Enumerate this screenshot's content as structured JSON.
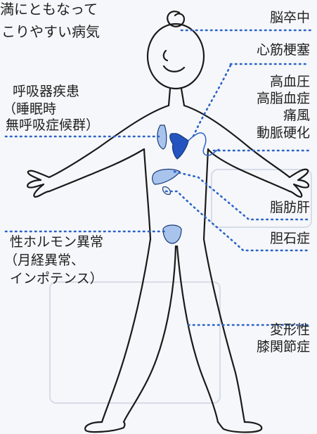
{
  "title": {
    "line1": "満にともなって",
    "line2": "こりやすい病気"
  },
  "labels": {
    "stroke": "脳卒中",
    "mi": "心筋梗塞",
    "hypertension": "高血圧",
    "hyperlipidemia": "高脂血症",
    "gout": "痛風",
    "arteriosclerosis": "動脈硬化",
    "respiratory": [
      "呼吸器疾患",
      "（睡眠時",
      "無呼吸症候群）"
    ],
    "fatty_liver": "脂肪肝",
    "gallstone": "胆石症",
    "sex_hormone": [
      "性ホルモン異常",
      "（月経異常、",
      "インポテンス）"
    ],
    "knee": [
      "変形性",
      "膝関節症"
    ]
  },
  "colors": {
    "leader": "#2a62c8",
    "organ_light": "#a9c4ec",
    "organ_dark": "#2354c0",
    "figure": "#1a1a1a"
  }
}
